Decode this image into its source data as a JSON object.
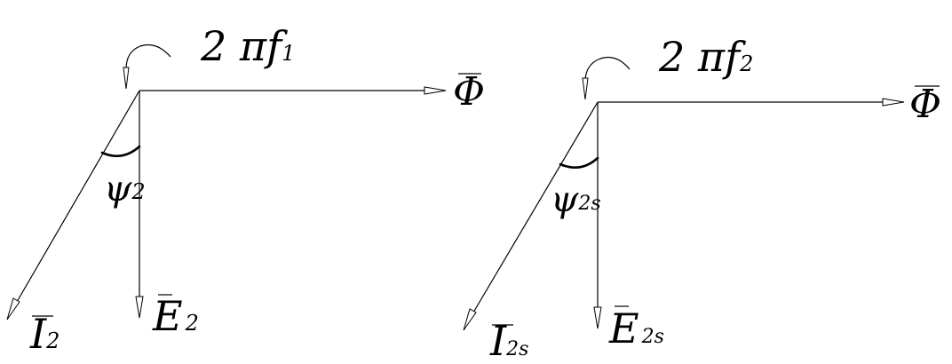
{
  "left_diagram": {
    "rotation_label": "2 πf",
    "rotation_sub": "1",
    "flux_label": "Φ",
    "angle_label": "ψ",
    "angle_sub": "2",
    "current_label": "I",
    "current_sub": "2",
    "emf_label": "E",
    "emf_sub": "2"
  },
  "right_diagram": {
    "rotation_label": "2 πf",
    "rotation_sub": "2",
    "flux_label": "Φ",
    "angle_label": "ψ",
    "angle_sub": "2s",
    "current_label": "I",
    "current_sub": "2s",
    "emf_label": "E",
    "emf_sub": "2s"
  }
}
